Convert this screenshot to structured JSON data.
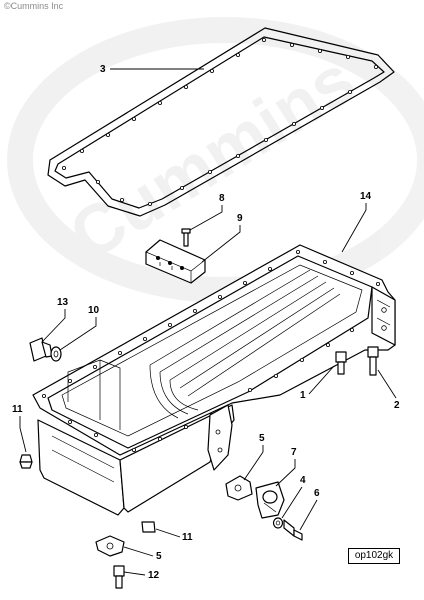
{
  "header": {
    "copyright": "©Cummins Inc"
  },
  "watermark": {
    "text": "Cummins"
  },
  "figure_id": "op102gk",
  "callouts": [
    {
      "id": "1",
      "part": "capscrew"
    },
    {
      "id": "2",
      "part": "capscrew"
    },
    {
      "id": "3",
      "part": "gasket"
    },
    {
      "id": "4",
      "part": "washer"
    },
    {
      "id": "5a",
      "part": "gasket",
      "label": "5"
    },
    {
      "id": "5b",
      "part": "gasket",
      "label": "5"
    },
    {
      "id": "6",
      "part": "capscrew"
    },
    {
      "id": "7",
      "part": "connection"
    },
    {
      "id": "8",
      "part": "capscrew"
    },
    {
      "id": "9",
      "part": "bracket"
    },
    {
      "id": "10",
      "part": "sealing washer"
    },
    {
      "id": "11a",
      "part": "plug",
      "label": "11"
    },
    {
      "id": "11b",
      "part": "plug",
      "label": "11"
    },
    {
      "id": "12",
      "part": "capscrew"
    },
    {
      "id": "13",
      "part": "drain plug"
    },
    {
      "id": "14",
      "part": "oil pan"
    }
  ],
  "labels": {
    "c1": "1",
    "c2": "2",
    "c3": "3",
    "c4": "4",
    "c5a": "5",
    "c5b": "5",
    "c6": "6",
    "c7": "7",
    "c8": "8",
    "c9": "9",
    "c10": "10",
    "c11a": "11",
    "c11b": "11",
    "c12": "12",
    "c13": "13",
    "c14": "14"
  }
}
